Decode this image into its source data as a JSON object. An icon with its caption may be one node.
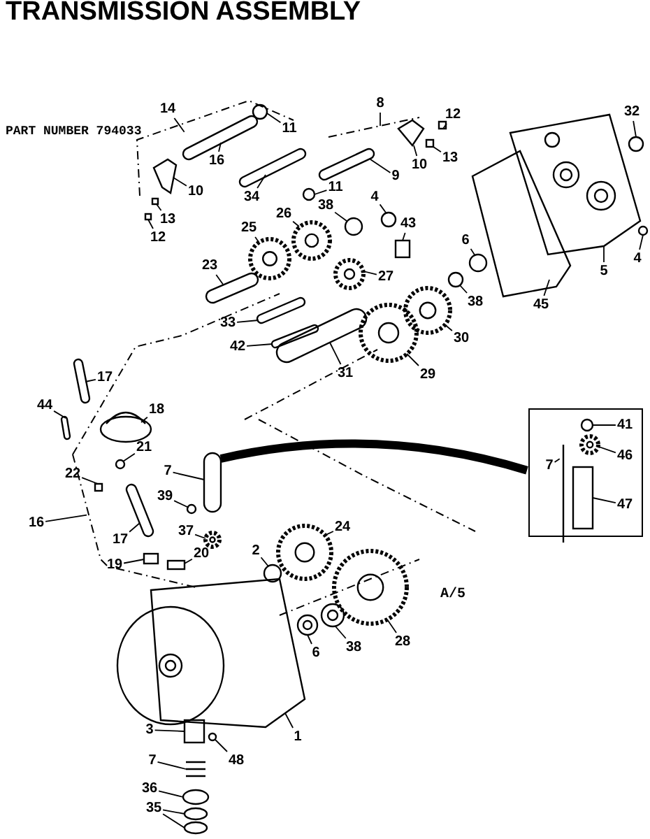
{
  "diagram": {
    "title": "TRANSMISSION ASSEMBLY",
    "nodes": [
      {
        "text": [
          "14"
        ]
      },
      {
        "text": [
          "11"
        ]
      },
      {
        "text": [
          "16"
        ]
      },
      {
        "text": [
          "10"
        ]
      },
      {
        "text": [
          "34"
        ]
      },
      {
        "text": [
          "13"
        ]
      },
      {
        "text": [
          "12"
        ]
      },
      {
        "text": [
          "8"
        ]
      },
      {
        "text": [
          "12"
        ]
      },
      {
        "text": [
          "10"
        ]
      },
      {
        "text": [
          "13"
        ]
      },
      {
        "text": [
          "9"
        ]
      },
      {
        "text": [
          "11"
        ]
      },
      {
        "text": [
          "4"
        ]
      },
      {
        "text": [
          "38"
        ]
      },
      {
        "text": [
          "43"
        ]
      },
      {
        "text": [
          "27"
        ]
      },
      {
        "text": [
          "26"
        ]
      },
      {
        "text": [
          "25"
        ]
      },
      {
        "text": [
          "23"
        ]
      },
      {
        "text": [
          "6"
        ]
      },
      {
        "text": [
          "38"
        ]
      },
      {
        "text": [
          "45"
        ]
      },
      {
        "text": [
          "5"
        ]
      },
      {
        "text": [
          "4"
        ]
      },
      {
        "text": [
          "32"
        ]
      },
      {
        "text": [
          "33"
        ]
      },
      {
        "text": [
          "42"
        ]
      },
      {
        "text": [
          "31"
        ]
      },
      {
        "text": [
          "29"
        ]
      },
      {
        "text": [
          "30"
        ]
      },
      {
        "text": [
          "17"
        ]
      },
      {
        "text": [
          "44"
        ]
      },
      {
        "text": [
          "18"
        ]
      },
      {
        "text": [
          "21"
        ]
      },
      {
        "text": [
          "22"
        ]
      },
      {
        "text": [
          "7"
        ]
      },
      {
        "text": [
          "39"
        ]
      },
      {
        "text": [
          "17"
        ]
      },
      {
        "text": [
          "16"
        ]
      },
      {
        "text": [
          "37"
        ]
      },
      {
        "text": [
          "19"
        ]
      },
      {
        "text": [
          "20"
        ]
      },
      {
        "text": [
          "24"
        ]
      },
      {
        "text": [
          "2"
        ]
      },
      {
        "text": [
          "6"
        ]
      },
      {
        "text": [
          "38"
        ]
      },
      {
        "text": [
          "28"
        ]
      },
      {
        "text": [
          "1"
        ]
      },
      {
        "text": [
          "3"
        ]
      },
      {
        "text": [
          "48"
        ]
      },
      {
        "text": [
          "7"
        ]
      },
      {
        "text": [
          "36"
        ]
      },
      {
        "text": [
          "35"
        ]
      },
      {
        "text": [],
        "shape": "box"
      },
      {
        "text": [
          "41"
        ],
        "in": 54
      },
      {
        "text": [
          "46"
        ],
        "in": 54
      },
      {
        "text": [
          "7"
        ],
        "in": 54
      },
      {
        "text": [
          "47"
        ],
        "in": 54
      },
      {
        "text": [],
        "shape": "circle"
      },
      {
        "text": [],
        "shape": "bar"
      },
      {
        "text": [],
        "shape": "picture"
      },
      {
        "text": [],
        "shape": "bar"
      },
      {
        "text": [],
        "shape": "box"
      },
      {
        "text": [],
        "shape": "box"
      },
      {
        "text": [],
        "shape": "box"
      },
      {
        "text": [],
        "shape": "picture"
      },
      {
        "text": [],
        "shape": "box"
      },
      {
        "text": [],
        "shape": "bar"
      },
      {
        "text": [],
        "shape": "circle"
      },
      {
        "text": [],
        "shape": "circle"
      },
      {
        "text": [],
        "shape": "circle"
      },
      {
        "text": [],
        "shape": "box"
      },
      {
        "text": [],
        "shape": "gear"
      },
      {
        "text": [],
        "shape": "gear"
      },
      {
        "text": [],
        "shape": "gear"
      },
      {
        "text": [],
        "shape": "bar"
      },
      {
        "text": [],
        "shape": "circle"
      },
      {
        "text": [],
        "shape": "circle"
      },
      {
        "text": [],
        "shape": "picture"
      },
      {
        "text": [],
        "shape": "picture"
      },
      {
        "text": [],
        "shape": "circle"
      },
      {
        "text": [],
        "shape": "circle"
      },
      {
        "text": [],
        "shape": "bar"
      },
      {
        "text": [],
        "shape": "bar"
      },
      {
        "text": [],
        "shape": "bar"
      },
      {
        "text": [],
        "shape": "gear"
      },
      {
        "text": [],
        "shape": "gear"
      },
      {
        "text": [],
        "shape": "bar"
      },
      {
        "text": [],
        "shape": "bar"
      },
      {
        "text": [],
        "shape": "picture"
      },
      {
        "text": [],
        "shape": "circle"
      },
      {
        "text": [],
        "shape": "box"
      },
      {
        "text": [],
        "shape": "cylinder"
      },
      {
        "text": [],
        "shape": "circle"
      },
      {
        "text": [],
        "shape": "bar"
      },
      {
        "text": [],
        "shape": "gear"
      },
      {
        "text": [],
        "shape": "box"
      },
      {
        "text": [],
        "shape": "box"
      },
      {
        "text": [],
        "shape": "gear"
      },
      {
        "text": [],
        "shape": "circle"
      },
      {
        "text": [],
        "shape": "circle"
      },
      {
        "text": [],
        "shape": "circle"
      },
      {
        "text": [],
        "shape": "gear"
      },
      {
        "text": [],
        "shape": "picture"
      },
      {
        "text": [],
        "shape": "cylinder"
      },
      {
        "text": [],
        "shape": "circle"
      },
      {
        "text": [],
        "shape": "picture"
      },
      {
        "text": [],
        "shape": "circle"
      },
      {
        "text": [],
        "shape": "circle"
      },
      {
        "text": [],
        "shape": "circle"
      },
      {
        "text": [],
        "shape": "circle",
        "in": 54
      },
      {
        "text": [],
        "shape": "gear",
        "in": 54
      },
      {
        "text": [],
        "shape": "cylinder",
        "in": 54
      }
    ],
    "edges": [
      {
        "from": 0,
        "to": null,
        "arrow": "none"
      },
      {
        "from": 1,
        "to": 59,
        "arrow": "none"
      },
      {
        "from": 2,
        "to": 60,
        "arrow": "none"
      },
      {
        "from": 3,
        "to": 61,
        "arrow": "none"
      },
      {
        "from": 4,
        "to": 62,
        "arrow": "none"
      },
      {
        "from": 5,
        "to": 63,
        "arrow": "none"
      },
      {
        "from": 6,
        "to": 64,
        "arrow": "none"
      },
      {
        "from": 7,
        "to": null,
        "arrow": "none"
      },
      {
        "from": 8,
        "to": 65,
        "arrow": "none"
      },
      {
        "from": 9,
        "to": 66,
        "arrow": "none"
      },
      {
        "from": 10,
        "to": 67,
        "arrow": "none"
      },
      {
        "from": 11,
        "to": 68,
        "arrow": "none"
      },
      {
        "from": 12,
        "to": 69,
        "arrow": "none"
      },
      {
        "from": 13,
        "to": 70,
        "arrow": "none"
      },
      {
        "from": 14,
        "to": 71,
        "arrow": "none"
      },
      {
        "from": 15,
        "to": 72,
        "arrow": "none"
      },
      {
        "from": 16,
        "to": 73,
        "arrow": "none"
      },
      {
        "from": 17,
        "to": 74,
        "arrow": "none"
      },
      {
        "from": 18,
        "to": 75,
        "arrow": "none"
      },
      {
        "from": 19,
        "to": 76,
        "arrow": "none"
      },
      {
        "from": 20,
        "to": 77,
        "arrow": "none"
      },
      {
        "from": 21,
        "to": 78,
        "arrow": "none"
      },
      {
        "from": 22,
        "to": 79,
        "arrow": "none"
      },
      {
        "from": 23,
        "to": 80,
        "arrow": "none"
      },
      {
        "from": 24,
        "to": 81,
        "arrow": "none"
      },
      {
        "from": 25,
        "to": 82,
        "arrow": "none"
      },
      {
        "from": 26,
        "to": 83,
        "arrow": "none"
      },
      {
        "from": 27,
        "to": 84,
        "arrow": "none"
      },
      {
        "from": 28,
        "to": 85,
        "arrow": "none"
      },
      {
        "from": 29,
        "to": 86,
        "arrow": "none"
      },
      {
        "from": 30,
        "to": 87,
        "arrow": "none"
      },
      {
        "from": 31,
        "to": 88,
        "arrow": "none"
      },
      {
        "from": 32,
        "to": 89,
        "arrow": "none"
      },
      {
        "from": 33,
        "to": 90,
        "arrow": "none"
      },
      {
        "from": 34,
        "to": 91,
        "arrow": "none"
      },
      {
        "from": 35,
        "to": 92,
        "arrow": "none"
      },
      {
        "from": 36,
        "to": 93,
        "arrow": "none"
      },
      {
        "from": 37,
        "to": 94,
        "arrow": "none"
      },
      {
        "from": 38,
        "to": 95,
        "arrow": "none"
      },
      {
        "from": 39,
        "to": null,
        "arrow": "none"
      },
      {
        "from": 40,
        "to": 96,
        "arrow": "none"
      },
      {
        "from": 41,
        "to": 97,
        "arrow": "none"
      },
      {
        "from": 42,
        "to": 98,
        "arrow": "none"
      },
      {
        "from": 43,
        "to": 99,
        "arrow": "none"
      },
      {
        "from": 44,
        "to": 100,
        "arrow": "none"
      },
      {
        "from": 45,
        "to": 101,
        "arrow": "none"
      },
      {
        "from": 46,
        "to": 102,
        "arrow": "none"
      },
      {
        "from": 47,
        "to": 103,
        "arrow": "none"
      },
      {
        "from": 48,
        "to": 104,
        "arrow": "none"
      },
      {
        "from": 49,
        "to": 105,
        "arrow": "none"
      },
      {
        "from": 50,
        "to": 106,
        "arrow": "none"
      },
      {
        "from": 51,
        "to": 107,
        "arrow": "none"
      },
      {
        "from": 52,
        "to": 108,
        "arrow": "none"
      },
      {
        "from": 53,
        "to": 109,
        "arrow": "none"
      },
      {
        "from": 53,
        "to": 110,
        "arrow": "none"
      },
      {
        "from": 54,
        "to": 93,
        "arrow": "none",
        "style": "thick"
      },
      {
        "from": 55,
        "to": 111,
        "arrow": "none"
      },
      {
        "from": 56,
        "to": 112,
        "arrow": "none"
      },
      {
        "from": 57,
        "to": null,
        "arrow": "none"
      },
      {
        "from": 58,
        "to": 113,
        "arrow": "none"
      }
    ],
    "labels": [
      "PART NUMBER 794033",
      "A/5"
    ]
  }
}
